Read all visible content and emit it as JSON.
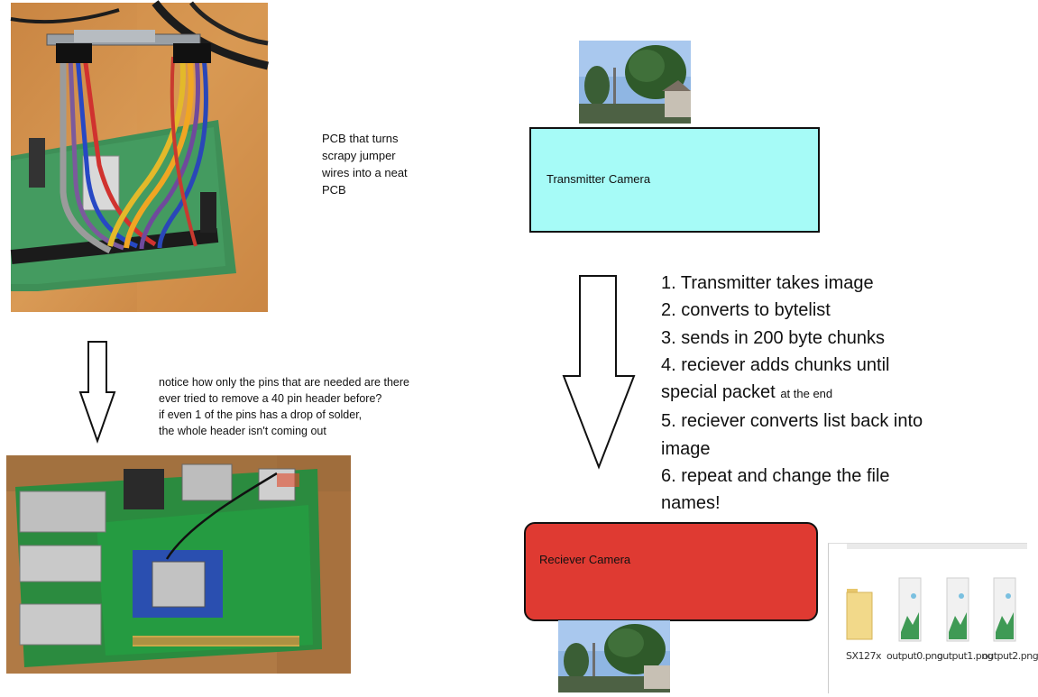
{
  "diagram": {
    "pcb_note": [
      "PCB that turns",
      "scrapy jumper",
      "wires into a neat",
      "PCB"
    ],
    "pin_note": [
      "notice how only the pins that are needed are there",
      "ever tried to remove a 40 pin header before?",
      "if even 1 of the pins has a drop of solder,",
      "the whole header isn't coming out"
    ],
    "transmitter_label": "Transmitter Camera",
    "receiver_label": "Reciever Camera",
    "steps": {
      "s1": "1. Transmitter takes image",
      "s2": "2. converts to bytelist",
      "s3": "3. sends in 200 byte chunks",
      "s4a": "4. reciever adds chunks until",
      "s4b": "special packet",
      "s4c": "at the end",
      "s5a": "5. reciever converts list back into",
      "s5b": "image",
      "s6a": "6. repeat and change the file",
      "s6b": "names!"
    },
    "files": [
      "SX127x",
      "output0.png",
      "output1.png",
      "output2.png"
    ],
    "colors": {
      "transmitter_box": "#a6fbf7",
      "receiver_box": "#df3a32"
    }
  }
}
